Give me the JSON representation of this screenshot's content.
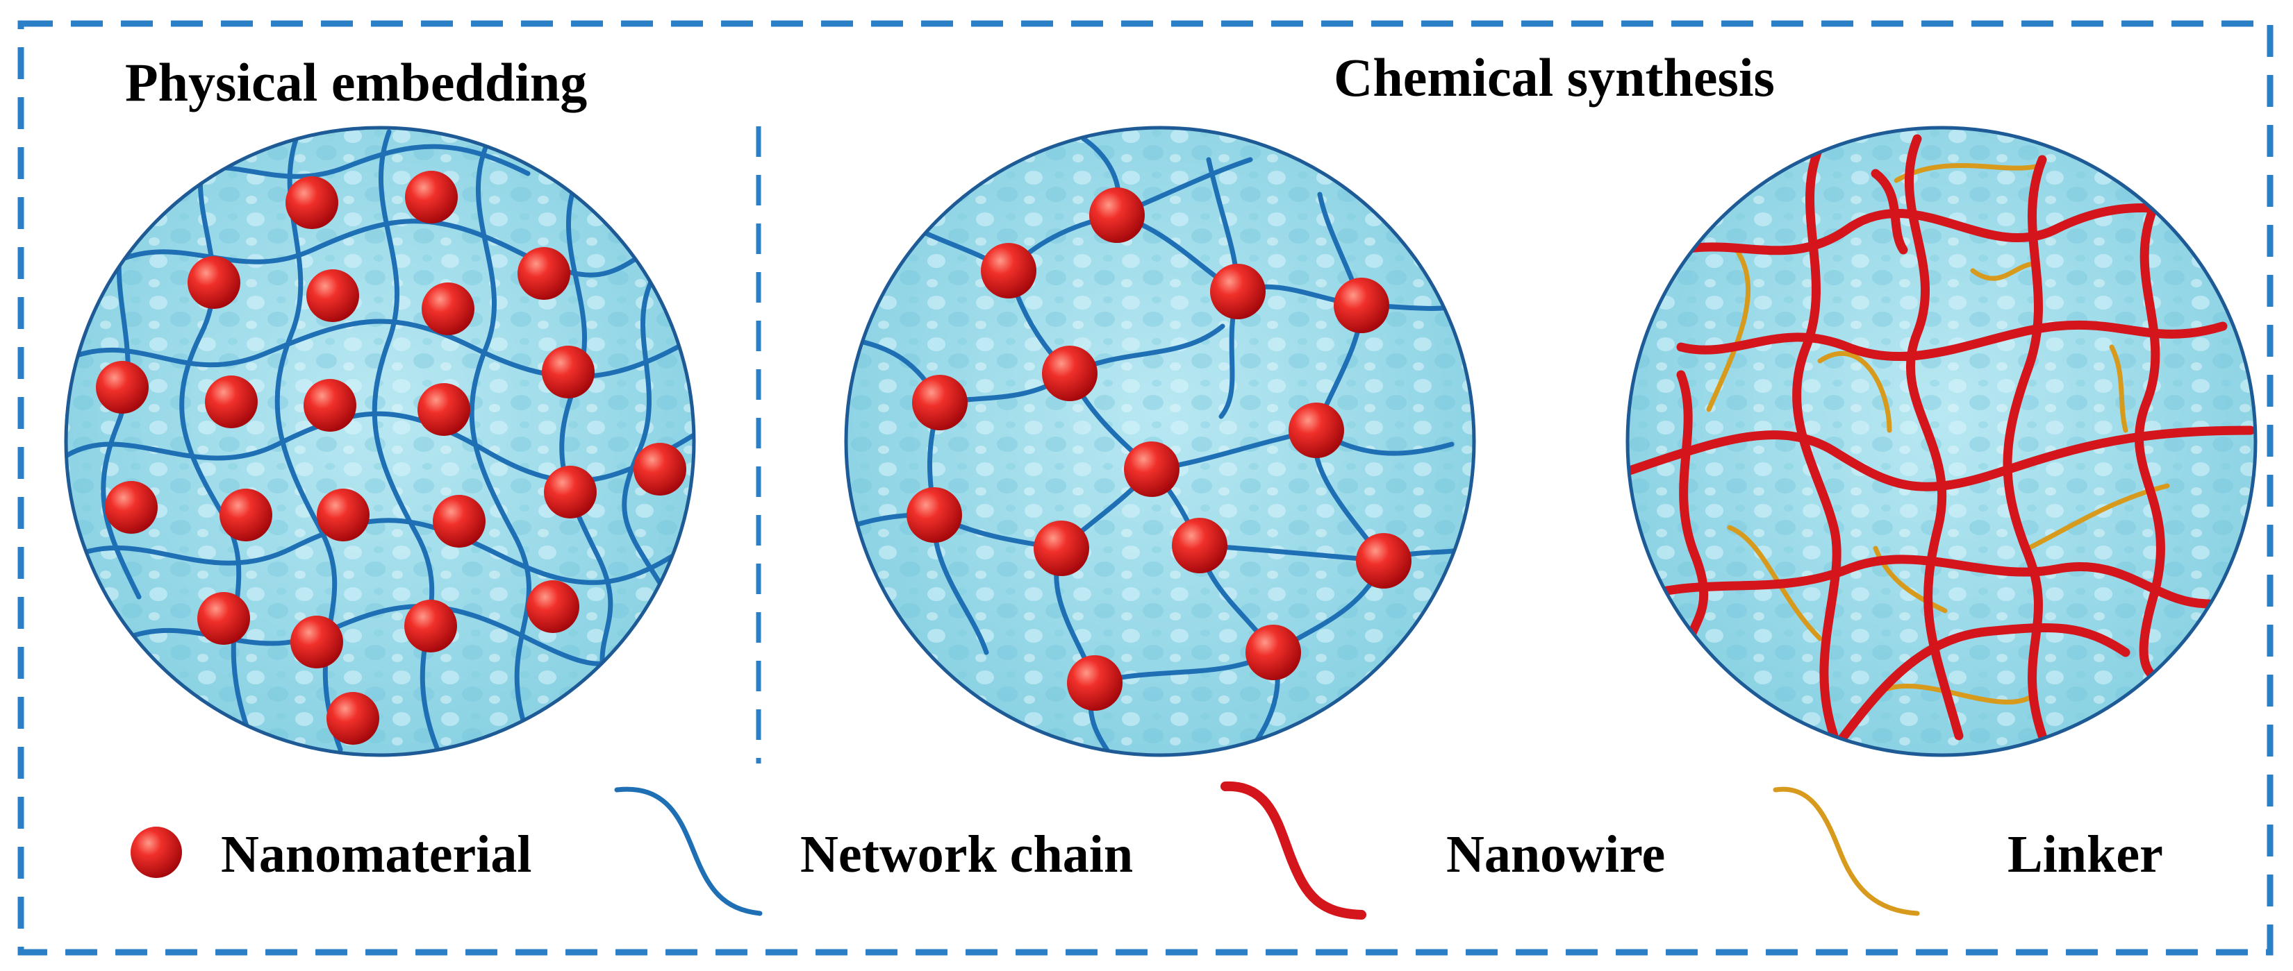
{
  "titles": {
    "physical": "Physical embedding",
    "chemical": "Chemical synthesis"
  },
  "legend": {
    "nanomaterial": "Nanomaterial",
    "network_chain": "Network chain",
    "nanowire": "Nanowire",
    "linker": "Linker"
  },
  "colors": {
    "frame": "#2a7fc6",
    "network_chain": "#1f6fb5",
    "nanomaterial": "#e3161b",
    "nanowire": "#d4151c",
    "linker": "#d89a1c",
    "gel_fill": "#9fdcea",
    "gel_outline": "#1d5a96"
  }
}
